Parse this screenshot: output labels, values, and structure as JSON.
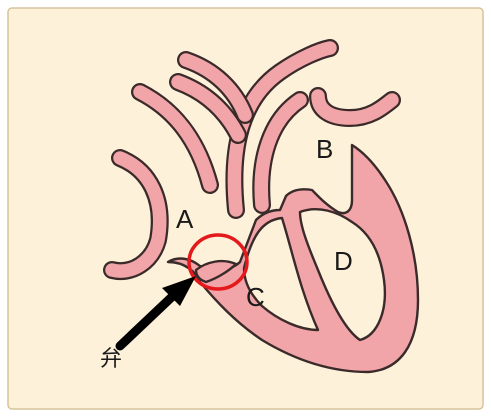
{
  "labels": {
    "a": "A",
    "b": "B",
    "c": "C",
    "d": "D",
    "valve": "弁"
  },
  "colors": {
    "background": "#fdf1da",
    "muscle": "#f2a5a8",
    "outline": "#3a2a2a",
    "highlight_circle": "#e3191b",
    "arrow": "#000000"
  }
}
